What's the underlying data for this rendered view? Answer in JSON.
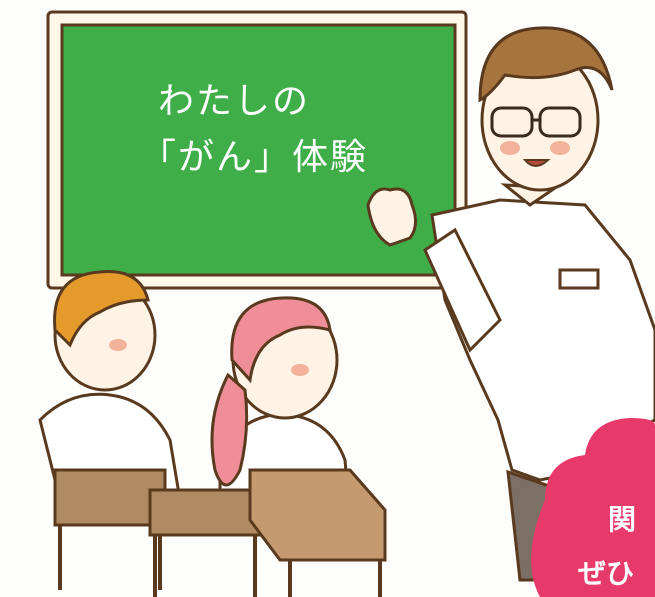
{
  "chalkboard": {
    "line1": "わたしの",
    "line2": "「がん」体験"
  },
  "badge": {
    "line1": "関",
    "line2": "ぜひ"
  },
  "colors": {
    "chalkboard_green": "#3fae49",
    "frame_brown": "#8a5a2e",
    "outline": "#5a3a1e",
    "hair_teacher": "#a8743d",
    "hair_boy": "#e59a2c",
    "hair_girl": "#ef8e97",
    "badge_pink": "#e8396b",
    "desk_brown": "#b08a62"
  },
  "icons": [
    "teacher-figure",
    "student-boy",
    "student-girl",
    "desk"
  ]
}
